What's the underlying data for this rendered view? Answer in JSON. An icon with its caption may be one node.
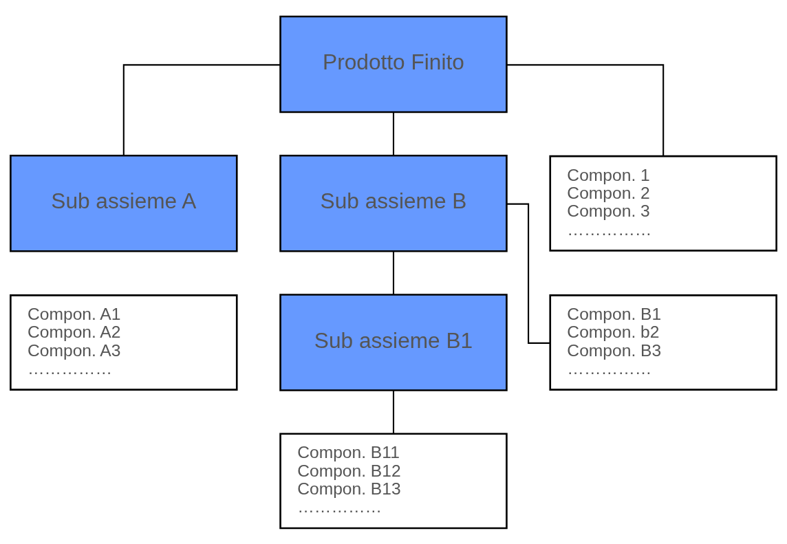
{
  "diagram": {
    "nodes": [
      {
        "text": [
          "Prodotto Finito"
        ]
      },
      {
        "text": [
          "Sub assieme A"
        ]
      },
      {
        "text": [
          "Sub assieme B"
        ]
      },
      {
        "text": [
          "Compon. 1",
          "Compon. 2",
          "Compon. 3",
          "……………"
        ]
      },
      {
        "text": [
          "Compon. A1",
          "Compon. A2",
          "Compon. A3",
          "……………"
        ]
      },
      {
        "text": [
          "Sub assieme B1"
        ]
      },
      {
        "text": [
          "Compon. B1",
          "Compon. b2",
          "Compon. B3",
          "……………"
        ]
      },
      {
        "text": [
          "Compon. B11",
          "Compon. B12",
          "Compon. B13",
          "……………"
        ]
      }
    ],
    "edges": [
      {
        "from": 0,
        "to": 1,
        "arrow": "none"
      },
      {
        "from": 0,
        "to": 2,
        "arrow": "none"
      },
      {
        "from": 0,
        "to": 3,
        "arrow": "none"
      },
      {
        "from": 2,
        "to": 5,
        "arrow": "none"
      },
      {
        "from": 2,
        "to": 6,
        "arrow": "none"
      },
      {
        "from": 5,
        "to": 7,
        "arrow": "none"
      }
    ]
  }
}
